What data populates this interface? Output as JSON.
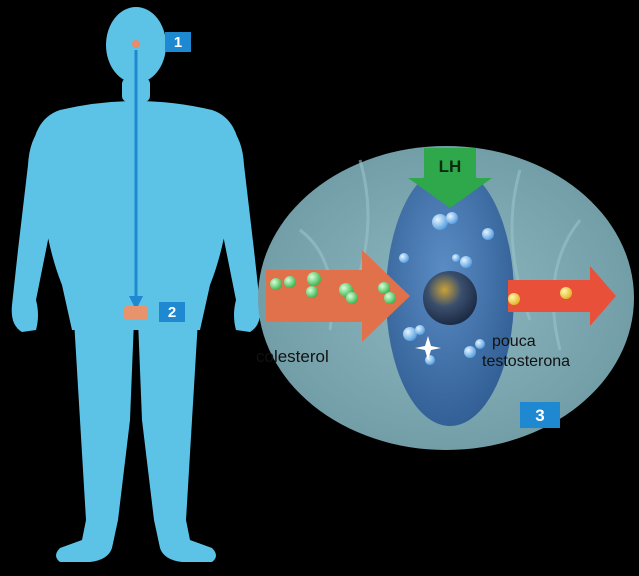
{
  "markers": {
    "brain": "1",
    "testis": "2",
    "cell": "3"
  },
  "labels": {
    "hormone": "LH",
    "input": "colesterol",
    "output_line1": "pouca",
    "output_line2": "testosterona"
  },
  "colors": {
    "background": "#000000",
    "body": "#5cc3e6",
    "marker_bg": "#1e88d0",
    "marker_text": "#ffffff",
    "outer_cell": "#7fa9b2",
    "inner_cell": "#3f6fa6",
    "nucleus": "#1f3557",
    "lh_arrow": "#2fa84b",
    "input_arrow": "#e0714b",
    "output_arrow": "#e9503a",
    "green_particle": "#4fd060",
    "yellow_particle": "#f0c830",
    "blue_particle": "#6fb6f0"
  },
  "icons": [
    "human-body",
    "arrow-down",
    "lh-arrow",
    "cholesterol-arrow",
    "testosterone-arrow",
    "cell-nucleus",
    "sparkle-icon"
  ]
}
